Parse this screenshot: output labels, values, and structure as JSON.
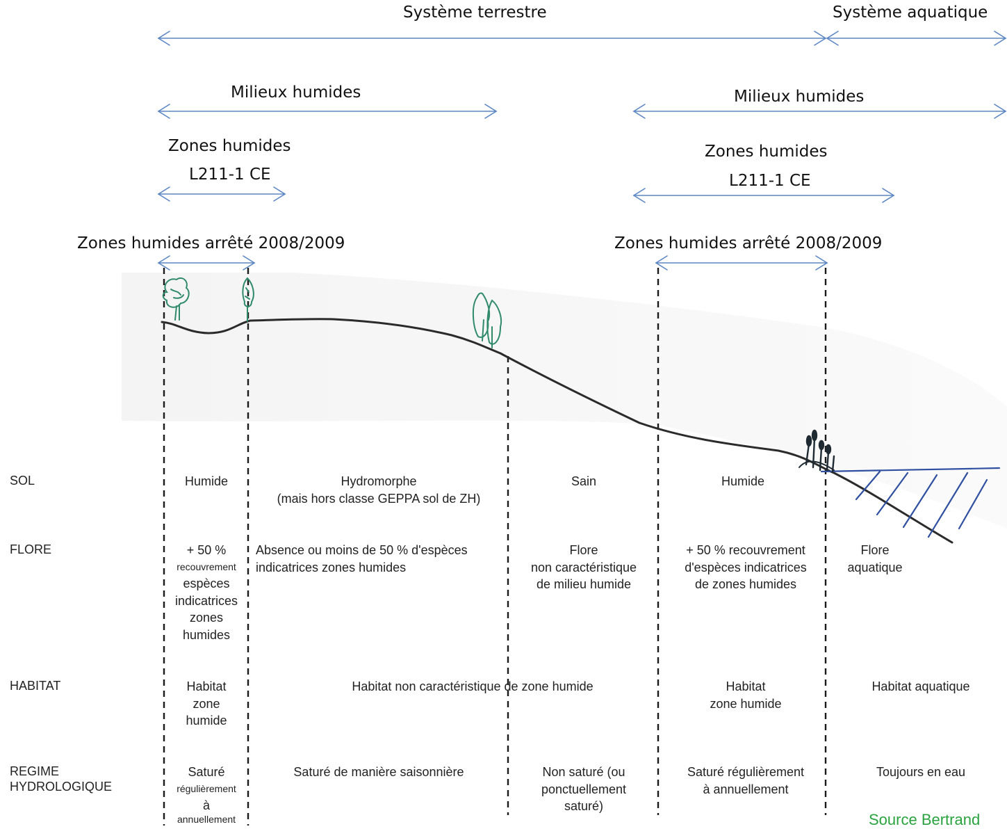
{
  "header": {
    "systeme_terrestre": "Système terrestre",
    "systeme_aquatique": "Système aquatique",
    "milieux_left": "Milieux  humides",
    "milieux_right": "Milieux  humides",
    "zones_left_line1": "Zones humides",
    "zones_left_line2": "L211-1 CE",
    "zones_right_line1": "Zones  humides",
    "zones_right_line2": "L211-1 CE",
    "arrete_left": "Zones humides arrêté 2008/2009",
    "arrete_right": "Zones humides arrêté 2008/2009"
  },
  "rows": {
    "sol": "SOL",
    "flore": "FLORE",
    "habitat": "HABITAT",
    "regime": "REGIME\nHYDROLOGIQUE"
  },
  "cells": {
    "sol": {
      "c1": "Humide",
      "c2": "Hydromorphe\n(mais hors classe GEPPA sol de ZH)",
      "c3": "Sain",
      "c4": "Humide"
    },
    "flore": {
      "c1_a": "+ 50 %",
      "c1_b": "recouvrement",
      "c1_c": "espèces\nindicatrices\nzones\nhumides",
      "c2": "Absence ou moins de 50 % d'espèces\nindicatrices zones humides",
      "c3": "Flore\nnon caractéristique\nde milieu humide",
      "c4": "+ 50 % recouvrement\nd'espèces indicatrices\nde zones humides",
      "c5": "Flore\naquatique"
    },
    "habitat": {
      "c1": "Habitat\nzone\nhumide",
      "c2": "Habitat non caractéristique de zone humide",
      "c4": "Habitat\nzone humide",
      "c5": "Habitat aquatique"
    },
    "regime": {
      "c1_a": "Saturé",
      "c1_b": "régulièrement",
      "c1_c": "à",
      "c1_d": "annuellement",
      "c2": "Saturé de manière saisonnière",
      "c3": "Non saturé (ou\nponctuellement\nsaturé)",
      "c4": "Saturé régulièrement\nà annuellement",
      "c5": "Toujours en eau"
    }
  },
  "source": "Source Bertrand",
  "colors": {
    "arrow": "#5b86c4",
    "terrain": "#2b2b2b",
    "tree": "#2f8a6a",
    "water": "#2f4fa0",
    "source": "#2aa33f"
  }
}
